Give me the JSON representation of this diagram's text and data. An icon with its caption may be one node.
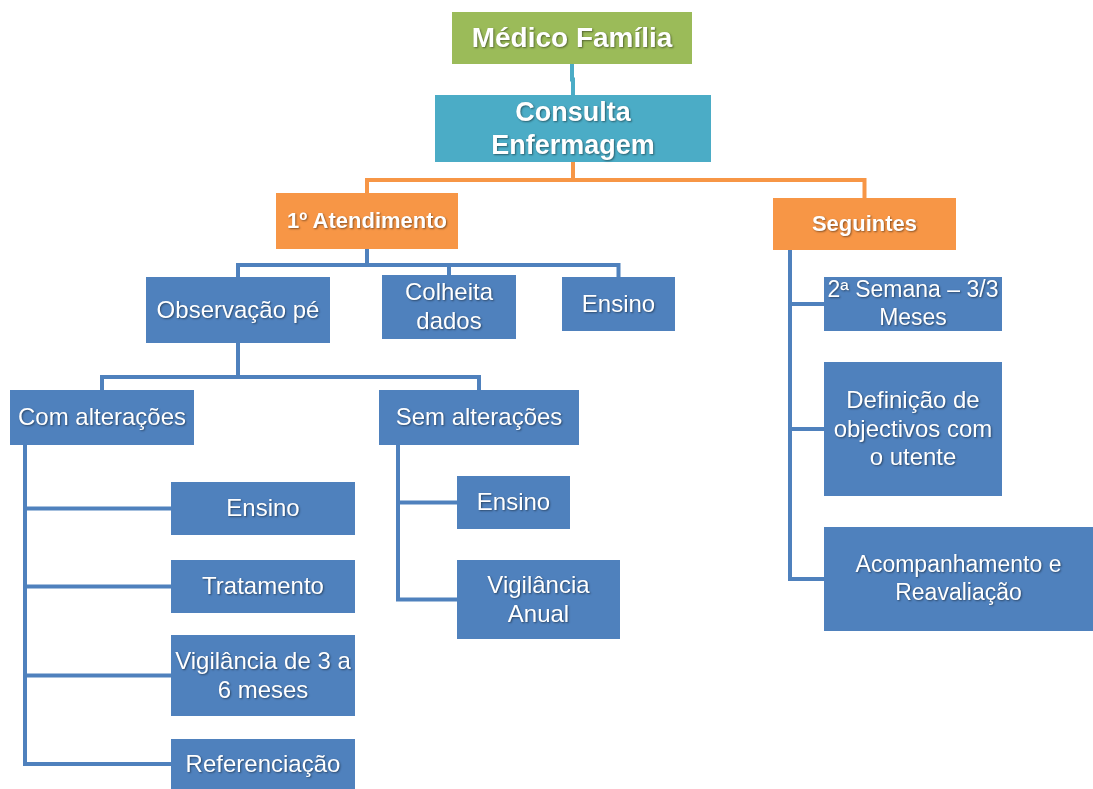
{
  "diagram": {
    "nodes": [
      {
        "text": [
          "Médico Família"
        ]
      },
      {
        "text": [
          "Consulta Enfermagem"
        ]
      },
      {
        "text": [
          "1º Atendimento"
        ]
      },
      {
        "text": [
          "Seguintes"
        ]
      },
      {
        "text": [
          "Observação pé"
        ]
      },
      {
        "text": [
          "Colheita dados"
        ]
      },
      {
        "text": [
          "Ensino"
        ]
      },
      {
        "text": [
          "Com alterações"
        ]
      },
      {
        "text": [
          "Sem alterações"
        ]
      },
      {
        "text": [
          "Ensino"
        ]
      },
      {
        "text": [
          "Tratamento"
        ]
      },
      {
        "text": [
          "Vigilância de 3 a 6 meses"
        ]
      },
      {
        "text": [
          "Referenciação"
        ]
      },
      {
        "text": [
          "Ensino"
        ]
      },
      {
        "text": [
          "Vigilância Anual"
        ]
      },
      {
        "text": [
          "2ª Semana – 3/3 Meses"
        ]
      },
      {
        "text": [
          "Definição de objectivos com o utente"
        ]
      },
      {
        "text": [
          "Acompanhamento e Reavaliação"
        ]
      }
    ],
    "edges": [
      {
        "from": 0,
        "to": 1,
        "arrow": "none",
        "color": "#4bacc6"
      },
      {
        "from": 1,
        "to": 2,
        "arrow": "none",
        "color": "#f79646"
      },
      {
        "from": 1,
        "to": 3,
        "arrow": "none",
        "color": "#f79646"
      },
      {
        "from": 2,
        "to": 4,
        "arrow": "none"
      },
      {
        "from": 2,
        "to": 5,
        "arrow": "none"
      },
      {
        "from": 2,
        "to": 6,
        "arrow": "none"
      },
      {
        "from": 4,
        "to": 7,
        "arrow": "none"
      },
      {
        "from": 4,
        "to": 8,
        "arrow": "none"
      },
      {
        "from": 7,
        "to": 9,
        "arrow": "none"
      },
      {
        "from": 7,
        "to": 10,
        "arrow": "none"
      },
      {
        "from": 7,
        "to": 11,
        "arrow": "none"
      },
      {
        "from": 7,
        "to": 12,
        "arrow": "none"
      },
      {
        "from": 8,
        "to": 13,
        "arrow": "none"
      },
      {
        "from": 8,
        "to": 14,
        "arrow": "none"
      },
      {
        "from": 3,
        "to": 15,
        "arrow": "none"
      },
      {
        "from": 3,
        "to": 16,
        "arrow": "none"
      },
      {
        "from": 3,
        "to": 17,
        "arrow": "none"
      }
    ]
  }
}
